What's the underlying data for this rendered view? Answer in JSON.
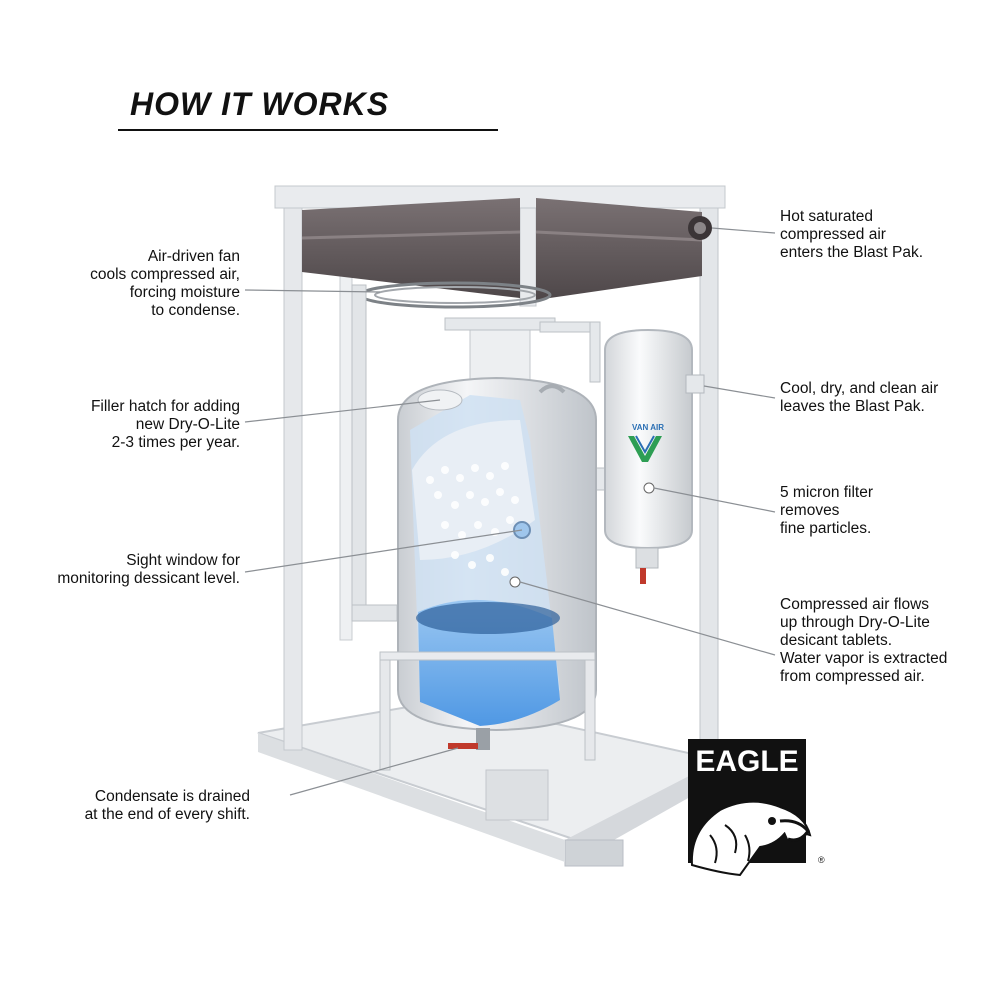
{
  "heading": "HOW IT WORKS",
  "callouts": {
    "fan": [
      "Air-driven fan",
      "cools compressed air,",
      "forcing moisture",
      "to condense."
    ],
    "hatch": [
      "Filler hatch for adding",
      "new Dry-O-Lite",
      "2-3 times per year."
    ],
    "sight": [
      "Sight window for",
      "monitoring dessicant level."
    ],
    "drain": [
      "Condensate is drained",
      "at the end of every shift."
    ],
    "inlet": [
      "Hot saturated",
      "compressed air",
      "enters the Blast Pak."
    ],
    "outlet": [
      "Cool, dry, and clean air",
      "leaves the Blast Pak."
    ],
    "filter": [
      "5 micron filter",
      "removes",
      "fine particles."
    ],
    "flow": [
      "Compressed air flows",
      "up through Dry-O-Lite",
      "desicant tablets.",
      "Water vapor is extracted",
      "from compressed air."
    ]
  },
  "tank_logo": "VAN AIR",
  "brand_logo": "EAGLE",
  "colors": {
    "frame": "#dfe2e6",
    "fan_belt": "#5e5658",
    "tank": "#e4e7ea",
    "desiccant": "#bcd6ee",
    "water": "#5aa2e8",
    "valve": "#c0392b",
    "logo_green": "#2e9e54",
    "logo_blue": "#2a6fb4"
  }
}
